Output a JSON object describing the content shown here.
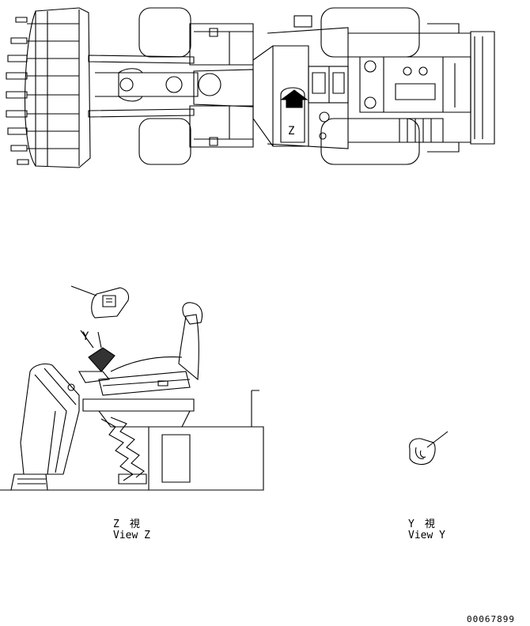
{
  "top_view": {
    "arrow_marker": "Z"
  },
  "side_view": {
    "pointer_marker": "Y"
  },
  "captions": {
    "view_z_jp": "Z　視",
    "view_z_en": "View Z",
    "view_y_jp": "Y　視",
    "view_y_en": "View Y"
  },
  "drawing_number": "00067899",
  "colors": {
    "line": "#000000",
    "background": "#ffffff"
  }
}
